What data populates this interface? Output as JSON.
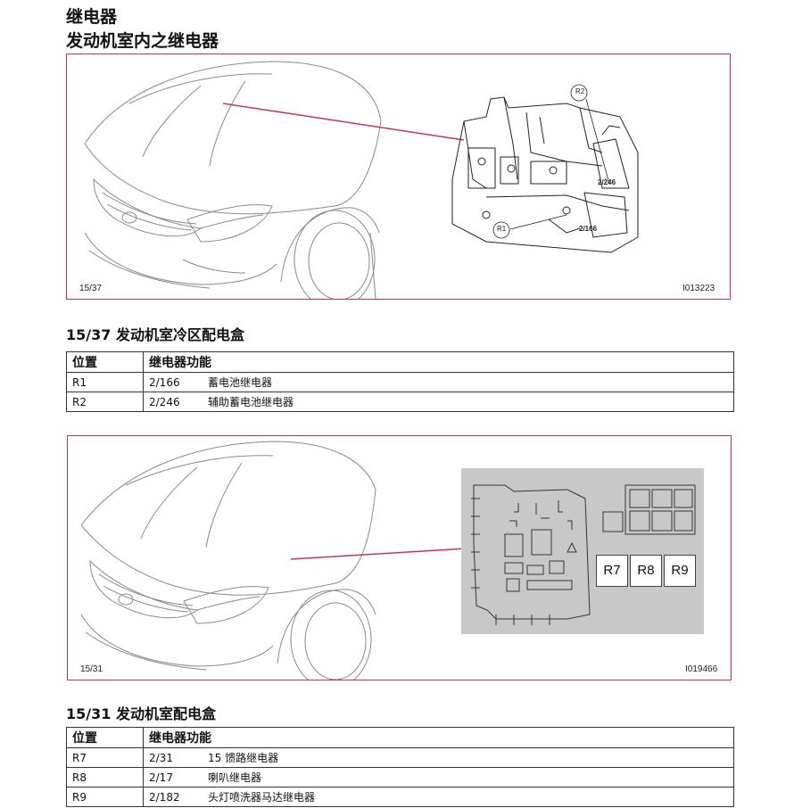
{
  "page": {
    "title": "继电器",
    "subtitle": "发动机室内之继电器"
  },
  "figure1": {
    "corner_left": "15/37",
    "corner_right": "I013223",
    "callouts": [
      "R2",
      "2/246",
      "R1",
      "2/166"
    ]
  },
  "section1": {
    "title": "15/37 发动机室冷区配电盒",
    "headers": [
      "位置",
      "继电器功能"
    ],
    "rows": [
      {
        "position": "R1",
        "code": "2/166",
        "function": "蓄电池继电器"
      },
      {
        "position": "R2",
        "code": "2/246",
        "function": "辅助蓄电池继电器"
      }
    ]
  },
  "figure2": {
    "corner_left": "15/31",
    "corner_right": "I019466",
    "relays": [
      "R7",
      "R8",
      "R9"
    ]
  },
  "section2": {
    "title": "15/31 发动机室配电盒",
    "headers": [
      "位置",
      "继电器功能"
    ],
    "rows": [
      {
        "position": "R7",
        "code": "2/31",
        "function": "15 馈路继电器"
      },
      {
        "position": "R8",
        "code": "2/17",
        "function": "喇叭继电器"
      },
      {
        "position": "R9",
        "code": "2/182",
        "function": "头灯喷洗器马达继电器"
      }
    ]
  },
  "colors": {
    "frame": "#c9334a",
    "leader_line": "#c9334a",
    "fusebox_panel": "#c8c8c8"
  },
  "icons": [
    "car-front-drawing",
    "relay-bracket-drawing",
    "fuse-box-drawing"
  ]
}
